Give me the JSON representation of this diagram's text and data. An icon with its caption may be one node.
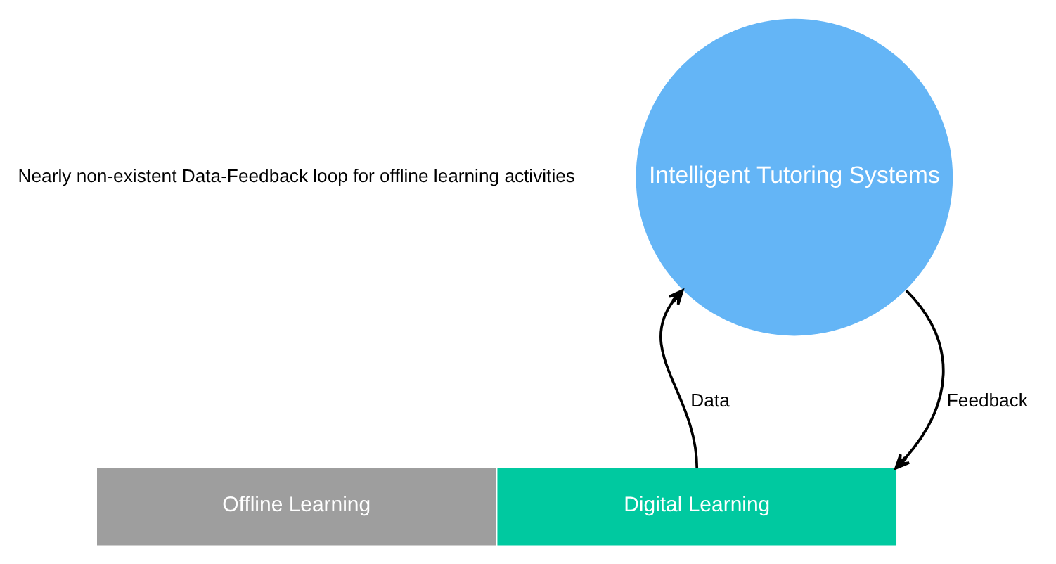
{
  "diagram": {
    "nodes": [
      {
        "text": [
          "Intelligent Tutoring Systems"
        ]
      },
      {
        "text": [
          "Offline Learning"
        ]
      },
      {
        "text": [
          "Digital Learning"
        ]
      }
    ],
    "edges": [
      {
        "from": 2,
        "to": 0,
        "arrow": "to",
        "label": "Data"
      },
      {
        "from": 0,
        "to": 2,
        "arrow": "to",
        "label": "Feedback"
      }
    ],
    "labels": [
      "Nearly non-existent Data-Feedback loop for offline learning activities"
    ]
  }
}
